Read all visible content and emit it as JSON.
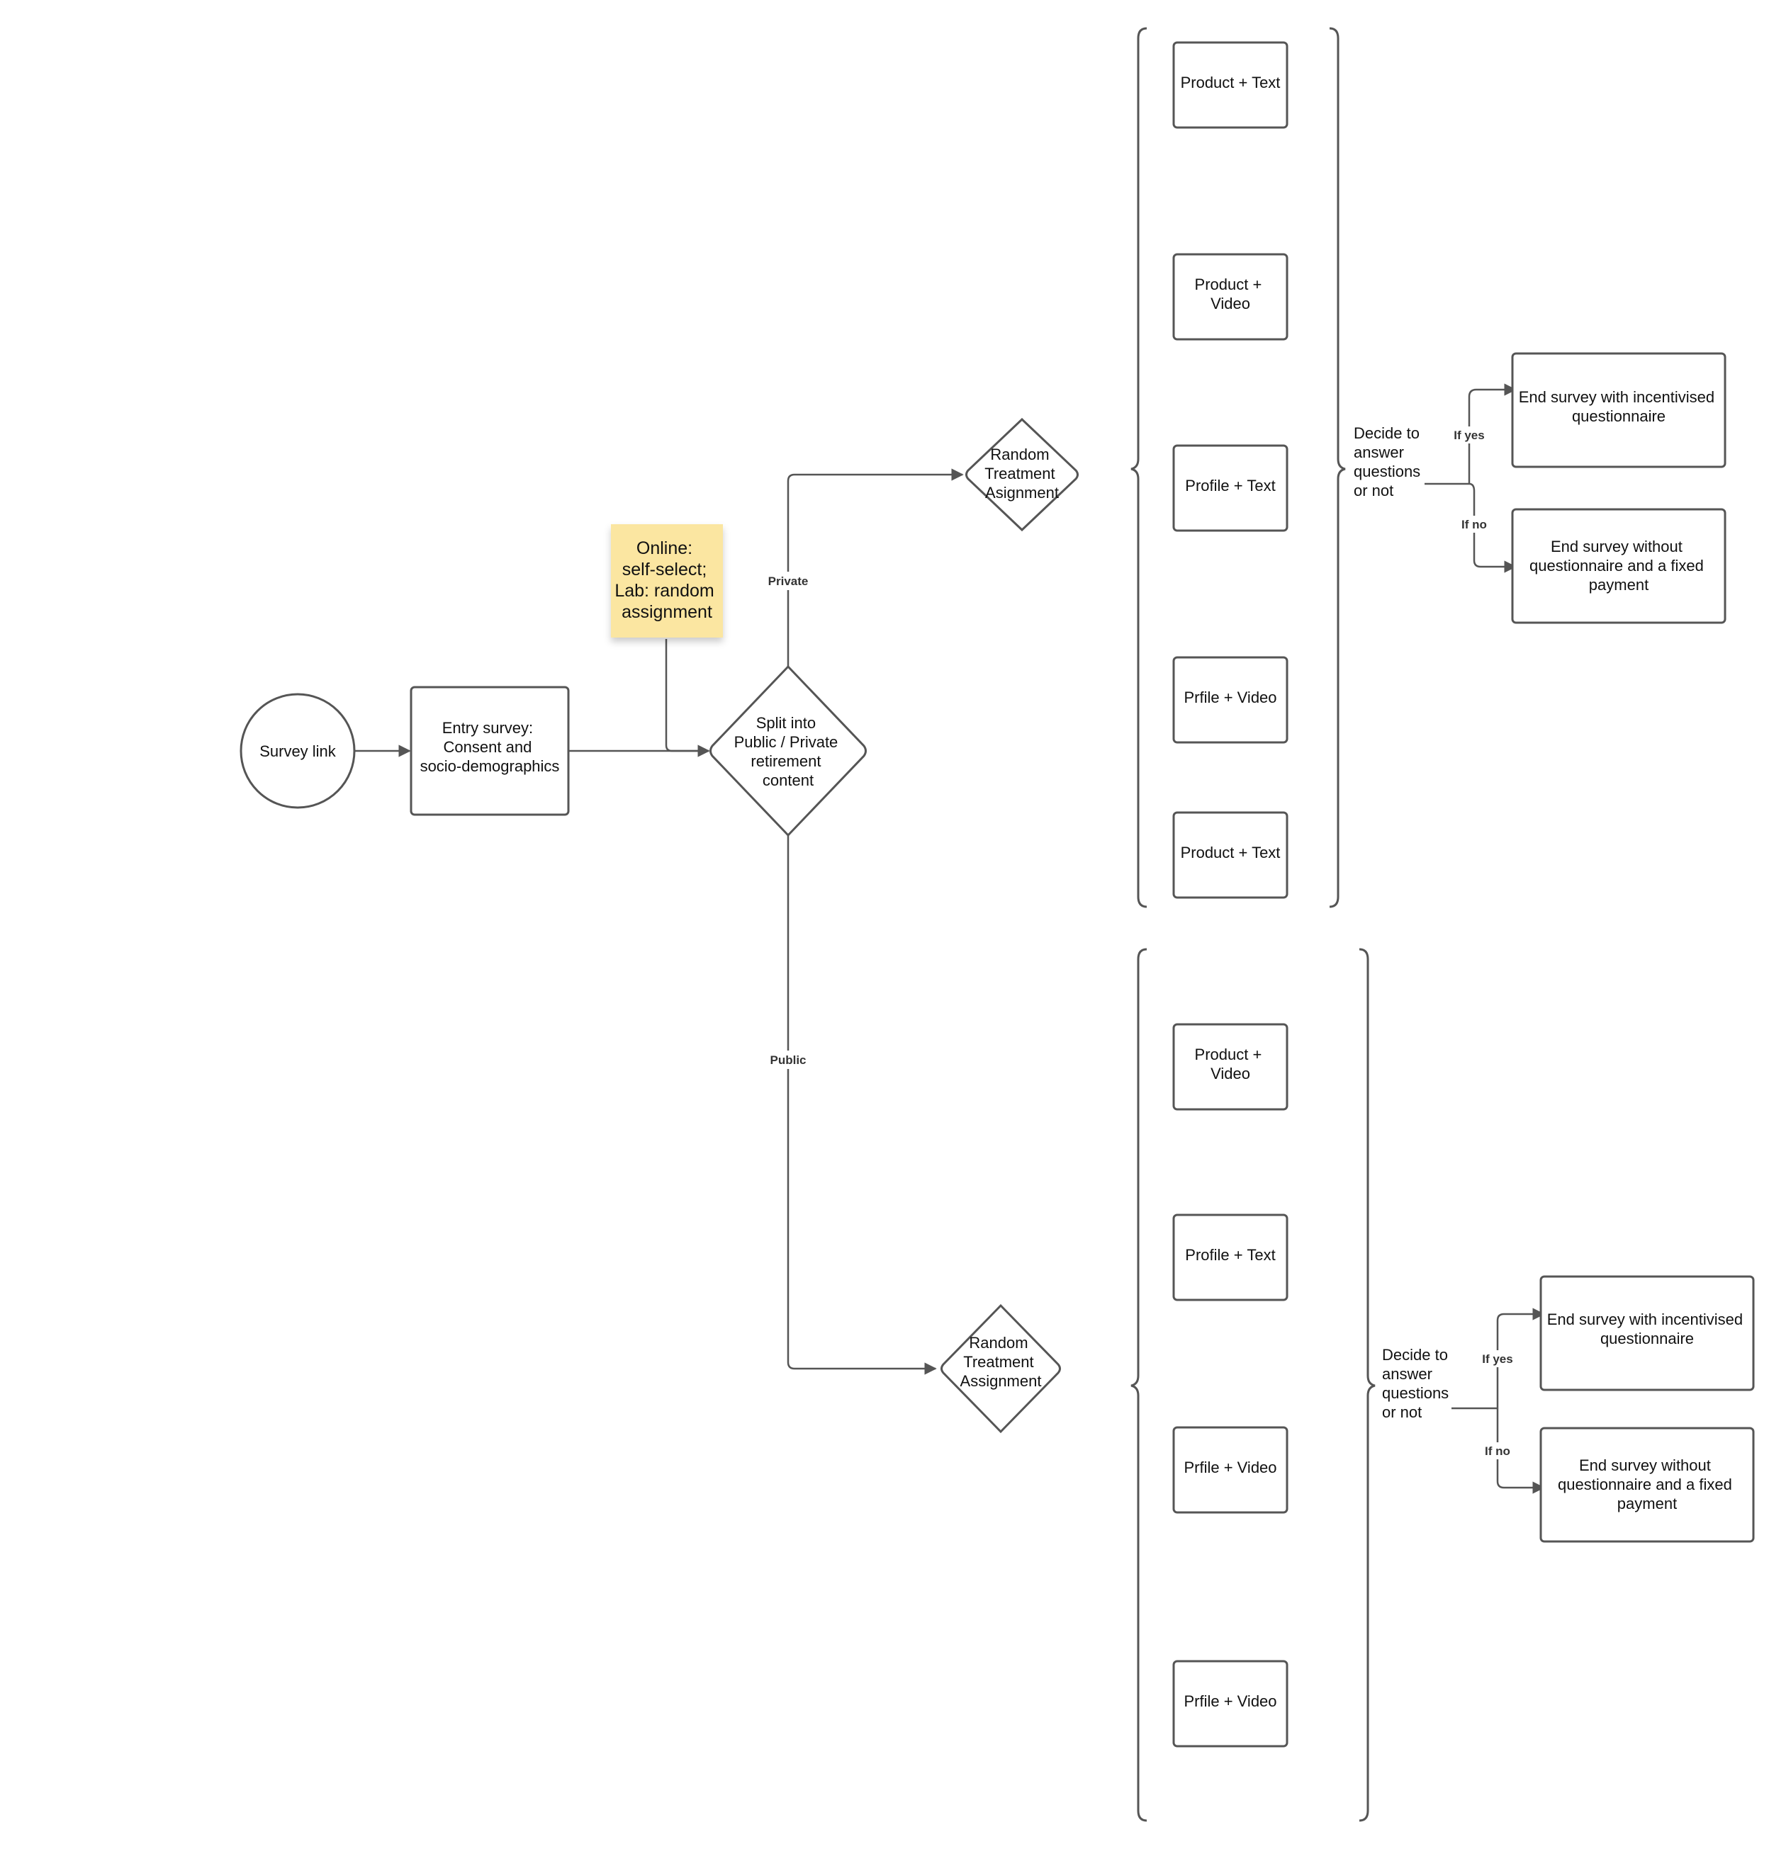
{
  "nodes": {
    "survey_link": "Survey link",
    "entry_survey": [
      "Entry survey:",
      "Consent and",
      "socio-demographics"
    ],
    "note": [
      "Online:",
      "self-select;",
      "Lab: random",
      "assignment"
    ],
    "split": [
      "Split into",
      "Public / Private",
      "retirement",
      "content"
    ],
    "random_private": [
      "Random",
      "Treatment",
      "Asignment"
    ],
    "random_public": [
      "Random",
      "Treatment",
      "Assignment"
    ]
  },
  "edge_labels": {
    "private": "Private",
    "public": "Public",
    "if_yes": "If yes",
    "if_no": "If no"
  },
  "private_treatments": [
    [
      "Product + Text"
    ],
    [
      "Product +",
      "Video"
    ],
    [
      "Profile + Text"
    ],
    [
      "Prfile + Video"
    ],
    [
      "Product + Text"
    ]
  ],
  "public_treatments": [
    [
      "Product +",
      "Video"
    ],
    [
      "Profile + Text"
    ],
    [
      "Prfile + Video"
    ],
    [
      "Prfile + Video"
    ]
  ],
  "decision": [
    "Decide to",
    "answer",
    "questions",
    "or not"
  ],
  "outcomes": {
    "yes": [
      "End survey with incentivised",
      "questionnaire"
    ],
    "no": [
      "End survey without",
      "questionnaire and a fixed",
      "payment"
    ]
  },
  "colors": {
    "note": "#fbe6a1",
    "stroke": "#555555"
  }
}
